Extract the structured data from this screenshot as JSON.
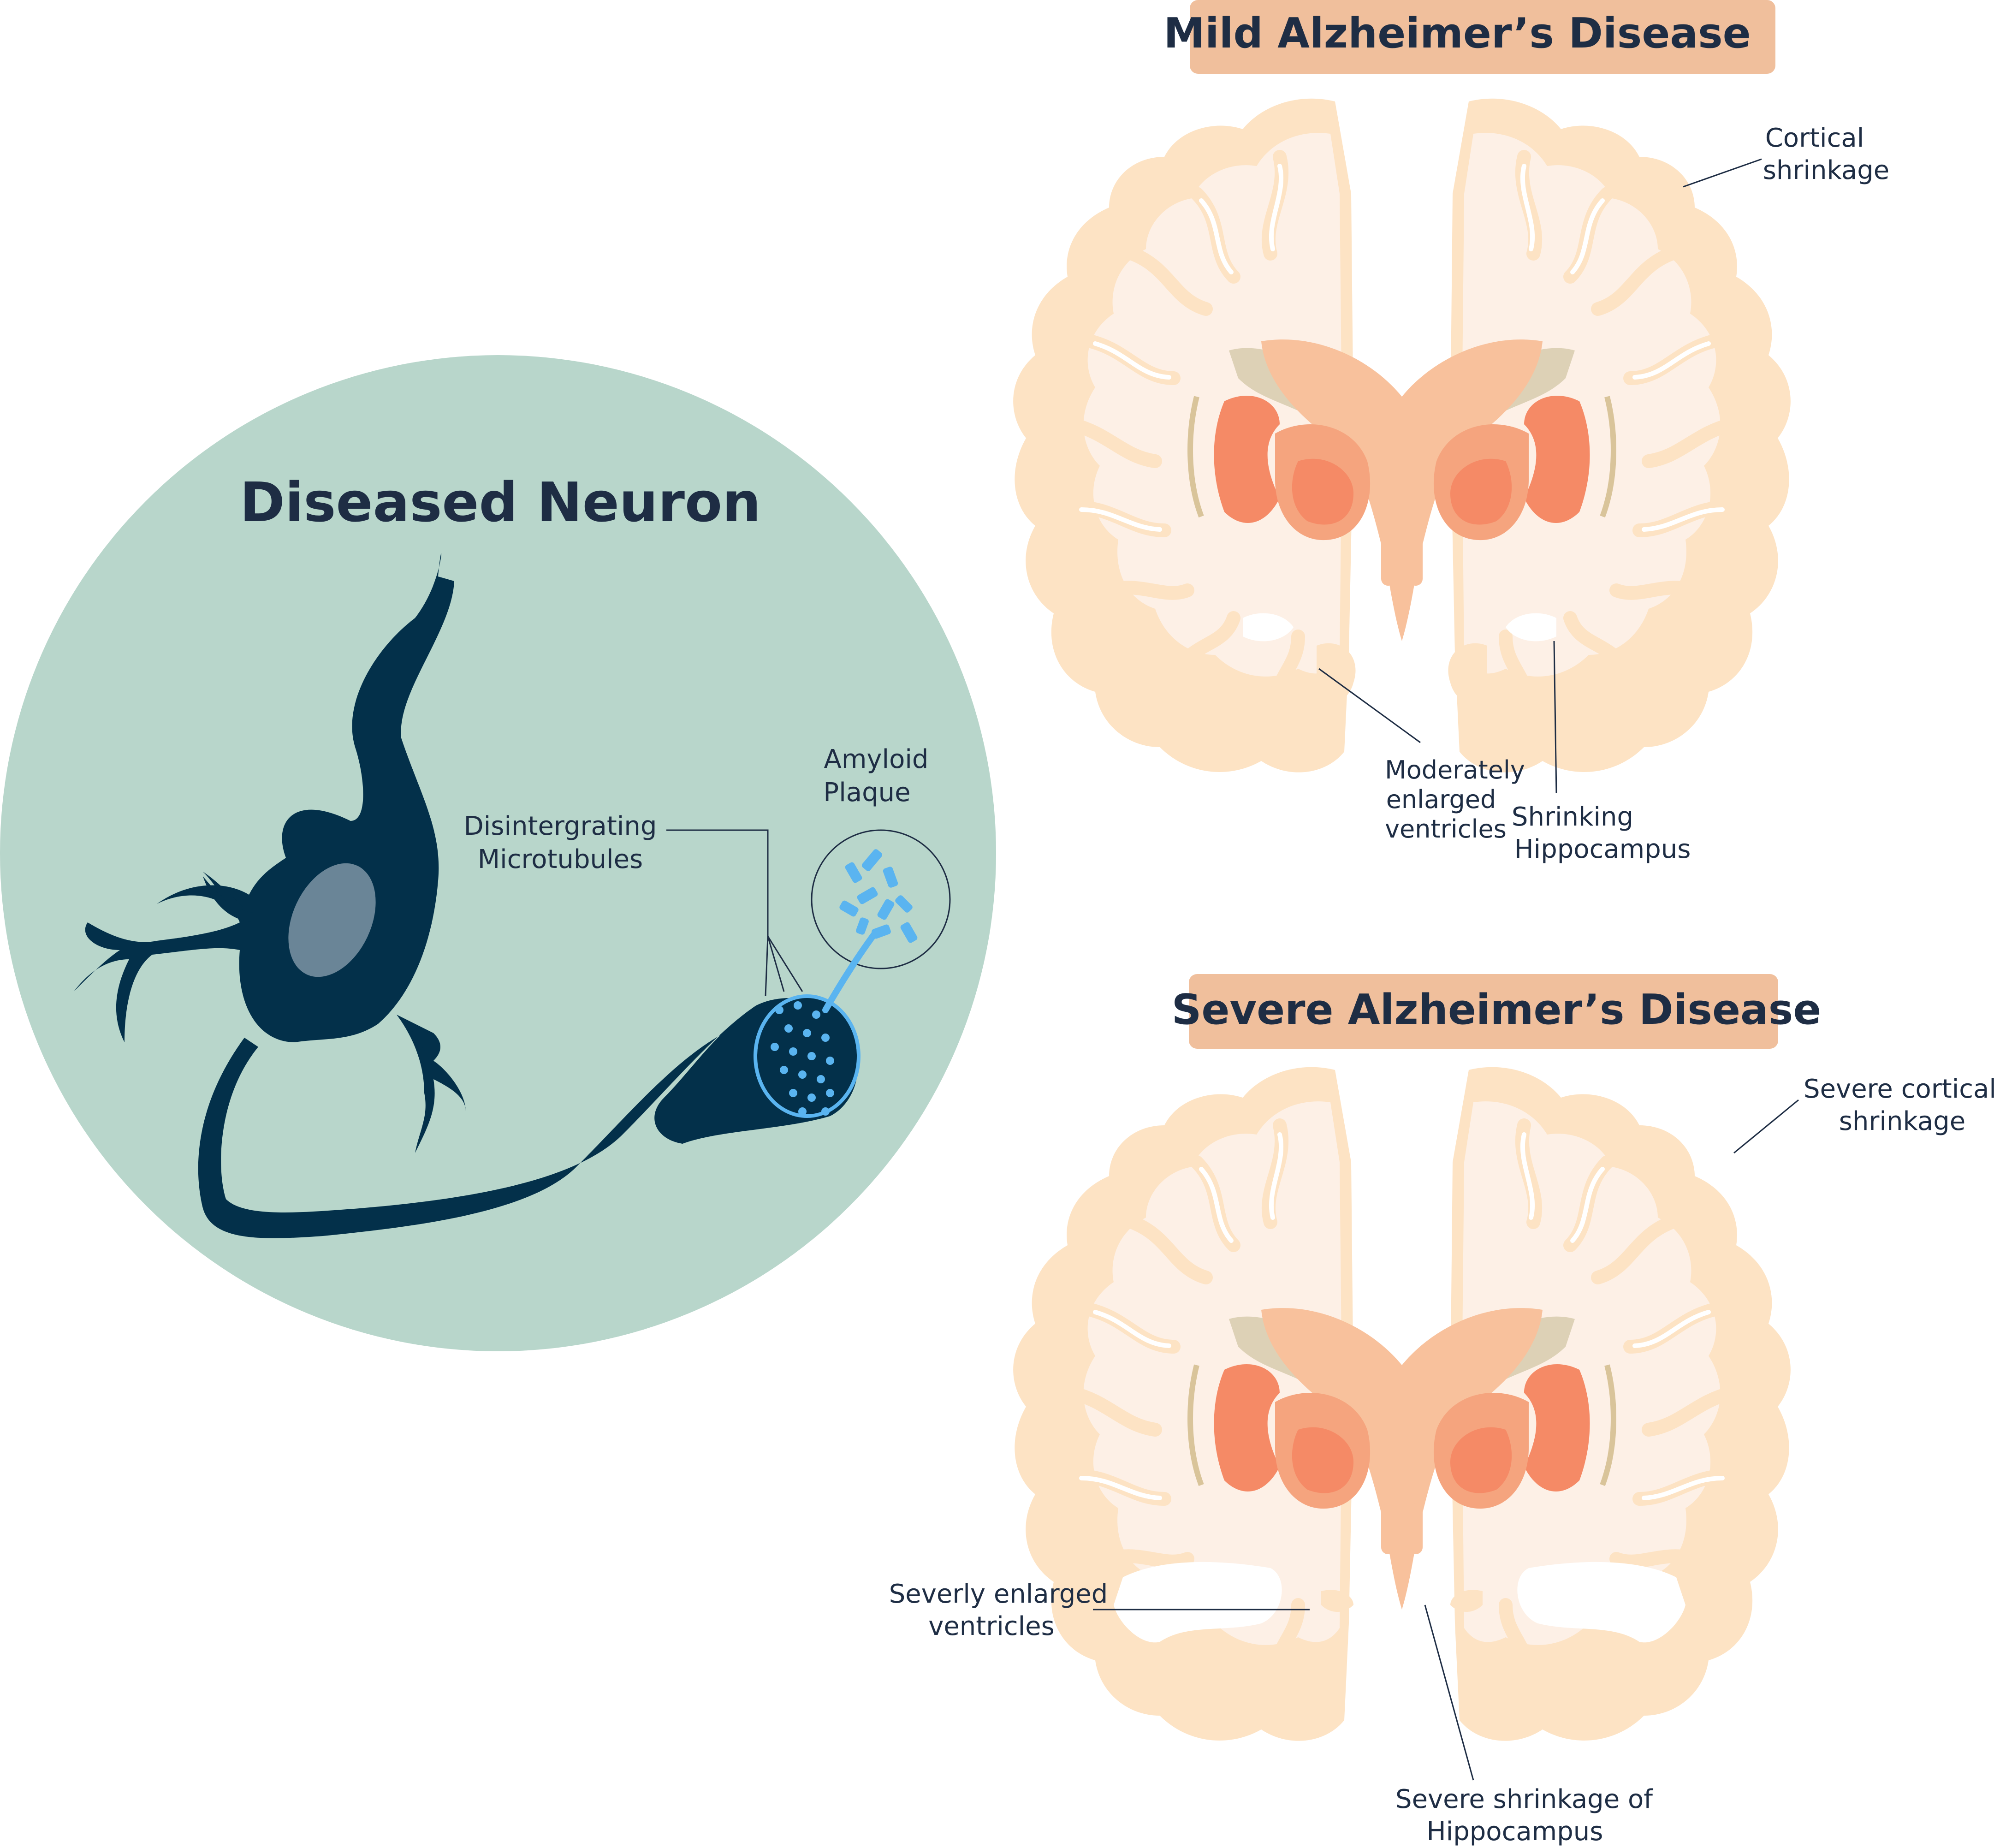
{
  "neuron_panel": {
    "title": "Diseased  Neuron",
    "label_microtubules_1": "Disintergrating",
    "label_microtubules_2": "Microtubules",
    "label_plaque_1": "Amyloid",
    "label_plaque_2": "Plaque"
  },
  "mild_panel": {
    "title": "Mild Alzheimer’s Disease",
    "label_cortical_1": "Cortical",
    "label_cortical_2": "shrinkage",
    "label_ventricles_1": "Moderately",
    "label_ventricles_2": "enlarged",
    "label_ventricles_3": "ventricles",
    "label_hippo_1": "Shrinking",
    "label_hippo_2": "Hippocampus"
  },
  "severe_panel": {
    "title": "Severe Alzheimer’s Disease",
    "label_cortical_1": "Severe cortical",
    "label_cortical_2": "shrinkage",
    "label_ventricles_1": "Severly enlarged",
    "label_ventricles_2": "ventricles",
    "label_hippo_1": "Severe shrinkage of",
    "label_hippo_2": "Hippocampus"
  },
  "colors": {
    "circle_bg": "#b8d6cb",
    "neuron": "#03304a",
    "nucleus": "#6a8597",
    "microtubule_dots": "#5ab4f0",
    "title_banner": "#f0bf9c",
    "cortex": "#fde3c4",
    "white_matter": "#fdf0e6",
    "putamen": "#f58a66",
    "thalamus": "#f5a47e",
    "ventricle": "#f8c19c"
  }
}
